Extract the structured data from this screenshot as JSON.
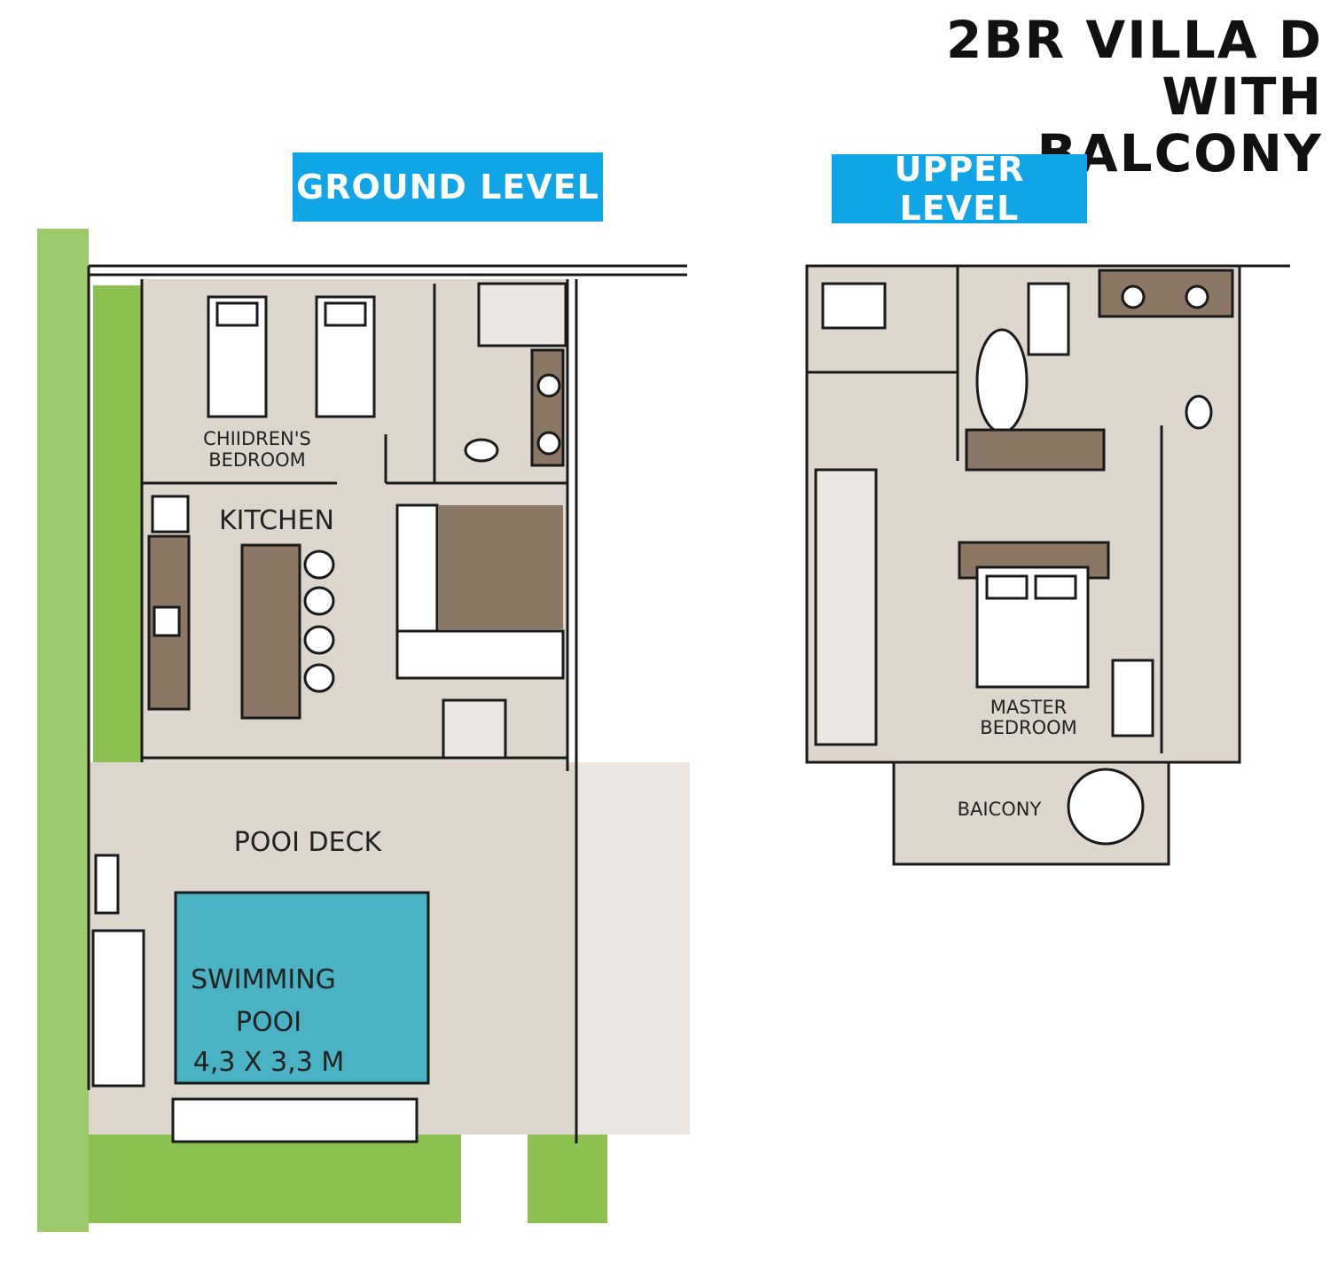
{
  "title": {
    "line1": "2BR VILLA D",
    "line2": "WITH BALCONY"
  },
  "levels": {
    "ground": "GROUND LEVEL",
    "upper": "UPPER LEVEL"
  },
  "rooms": {
    "childrens_bedroom_1": "CHIIDREN'S",
    "childrens_bedroom_2": "BEDROOM",
    "kitchen": "KITCHEN",
    "pool_deck": "POOI DECK",
    "pool_1": "SWIMMING",
    "pool_2": "POOI",
    "pool_size": "4,3 X 3,3 M",
    "master_1": "MASTER",
    "master_2": "BEDROOM",
    "balcony": "BAICONY"
  },
  "colors": {
    "floor": "#ddd6cd",
    "grass": "#8cc152",
    "wood": "#8a7766",
    "pool": "#49b3c3",
    "accent": "#0fa5e6",
    "wall": "#1a1a1a"
  }
}
